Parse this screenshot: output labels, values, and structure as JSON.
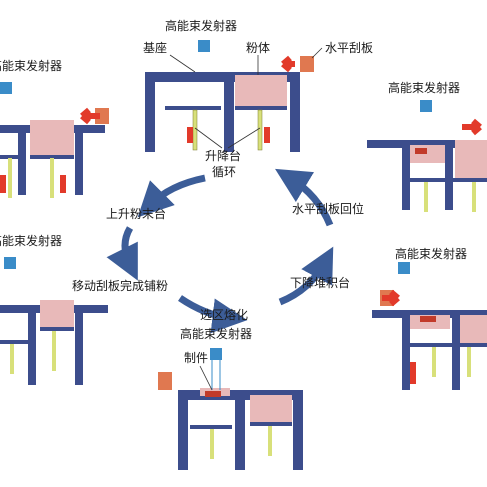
{
  "labels": {
    "emitter": "高能束发射器",
    "base": "基座",
    "powder": "粉体",
    "scraper": "水平刮板",
    "platform": "升降台",
    "cycle": "循环",
    "part": "制件",
    "step_raise": "上升粉末台",
    "step_spread": "移动刮板完成铺粉",
    "step_melt": "选区熔化",
    "step_lower": "下降堆积台",
    "step_return": "水平刮板回位"
  },
  "colors": {
    "frame": "#3c4d8c",
    "powder": "#e8b9b9",
    "arrow_red": "#e23a2a",
    "cycle_arrow": "#3c5d98",
    "emitter": "#3a8cc8",
    "piston": "#d8e07a"
  }
}
